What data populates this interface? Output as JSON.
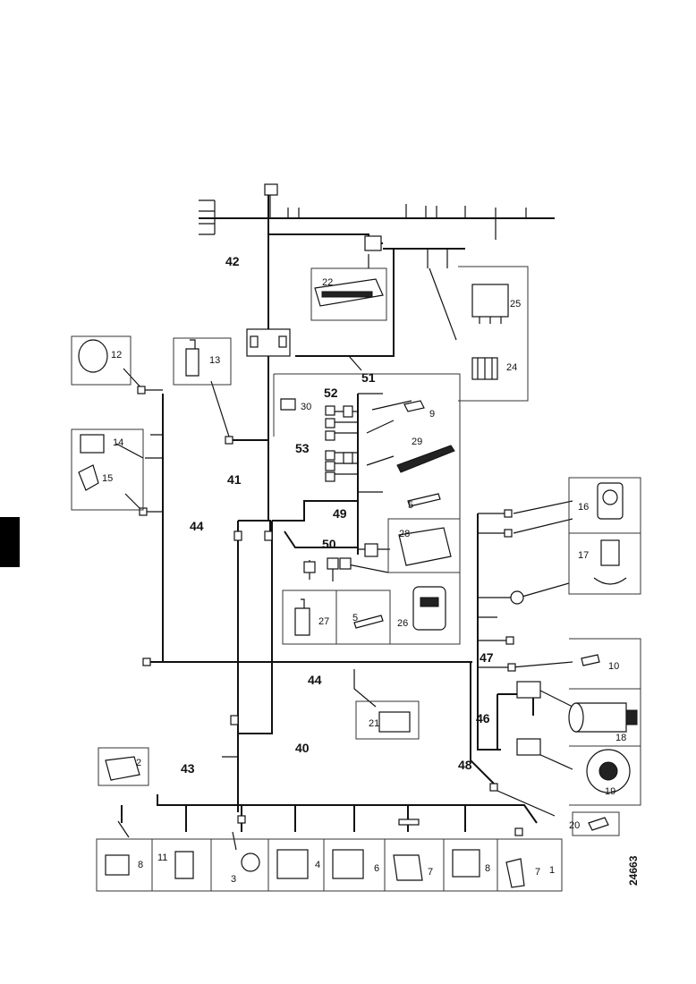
{
  "figure_number": "24663",
  "callouts": {
    "c40": "40",
    "c41": "41",
    "c42": "42",
    "c43": "43",
    "c44a": "44",
    "c44b": "44",
    "c46": "46",
    "c47": "47",
    "c48": "48",
    "c49": "49",
    "c50": "50",
    "c51": "51",
    "c52": "52",
    "c53": "53"
  },
  "components": {
    "p1": "1",
    "p2": "2",
    "p3": "3",
    "p4": "4",
    "p5a": "5",
    "p5b": "5",
    "p6": "6",
    "p7a": "7",
    "p7b": "7",
    "p8a": "8",
    "p8b": "8",
    "p9": "9",
    "p10": "10",
    "p11": "11",
    "p12": "12",
    "p13": "13",
    "p14": "14",
    "p15": "15",
    "p16": "16",
    "p17": "17",
    "p18": "18",
    "p19": "19",
    "p20": "20",
    "p21": "21",
    "p22": "22",
    "p24": "24",
    "p25": "25",
    "p26": "26",
    "p27": "27",
    "p28": "28",
    "p29": "29",
    "p30": "30"
  }
}
